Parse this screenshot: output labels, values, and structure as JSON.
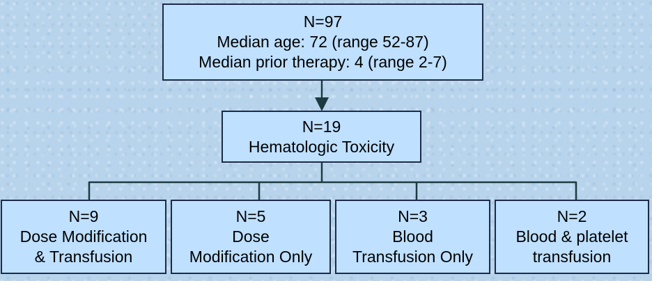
{
  "top_box": {
    "line1": "N=97",
    "line2": "Median age: 72 (range 52-87)",
    "line3": "Median prior therapy: 4 (range 2-7)"
  },
  "middle_box": {
    "line1": "N=19",
    "line2": "Hematologic Toxicity"
  },
  "bottom_boxes": [
    {
      "line1": "N=9",
      "line2": "Dose Modification",
      "line3": "& Transfusion"
    },
    {
      "line1": "N=5",
      "line2": "Dose",
      "line3": "Modification Only"
    },
    {
      "line1": "N=3",
      "line2": "Blood",
      "line3": "Transfusion Only"
    },
    {
      "line1": "N=2",
      "line2": "Blood & platelet",
      "line3": "transfusion"
    }
  ],
  "colors": {
    "background": "#b8d4ec",
    "box_fill": "#bfe0ff",
    "line": "#1c3a40"
  }
}
